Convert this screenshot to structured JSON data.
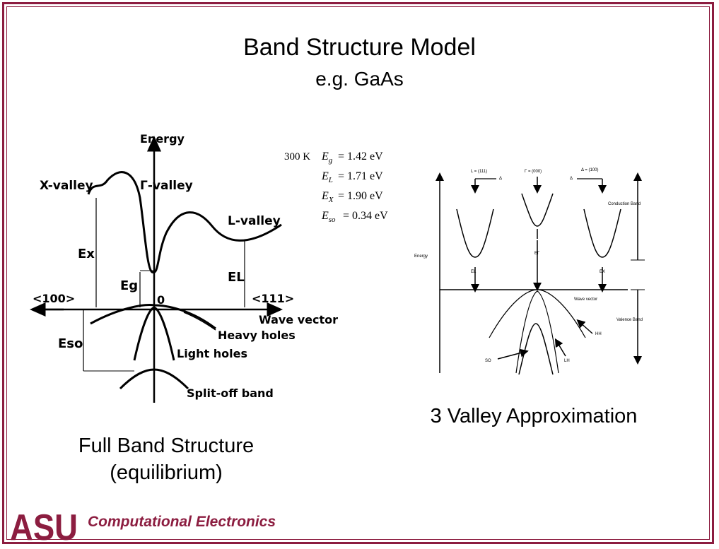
{
  "slide": {
    "title": "Band Structure Model",
    "subtitle": "e.g. GaAs",
    "caption_left_line1": "Full Band Structure",
    "caption_left_line2": "(equilibrium)",
    "caption_right": "3 Valley Approximation"
  },
  "footer": {
    "logo_text": "ASU",
    "org_text": "Computational Electronics",
    "brand_color": "#8c1d40"
  },
  "full_band": {
    "energy_label": "Energy",
    "x_valley": "X-valley",
    "gamma_valley": "Γ-valley",
    "l_valley": "L-valley",
    "ex_label": "Ex",
    "eg_label": "Eg",
    "el_label": "EL",
    "eso_label": "Eso",
    "dir_100": "<100>",
    "dir_111": "<111>",
    "zero": "0",
    "wave_vector": "Wave vector",
    "heavy_holes": "Heavy holes",
    "light_holes": "Light holes",
    "split_off": "Split-off band",
    "temperature": "300 K",
    "params": [
      {
        "sym": "Eg",
        "sub": "g",
        "val": "= 1.42 eV"
      },
      {
        "sym": "E",
        "sub": "L",
        "val": "= 1.71 eV"
      },
      {
        "sym": "E",
        "sub": "X",
        "val": "= 1.90 eV"
      },
      {
        "sym": "E",
        "sub": "so",
        "val": "= 0.34 eV"
      }
    ]
  },
  "valley_approx": {
    "l_dir": "L = (111)",
    "gamma_dir": "Γ = (000)",
    "delta_dir": "Δ = (100)",
    "delta_left": "Δ",
    "delta_right": "Δ",
    "conduction_band": "Conduction Band",
    "energy": "Energy",
    "e_gamma": "EΓ",
    "e_l": "EL",
    "e_x": "EX",
    "wave_vector": "Wave vector",
    "valence_band": "Valence Band",
    "hh": "HH",
    "so": "SO",
    "lh": "LH"
  }
}
